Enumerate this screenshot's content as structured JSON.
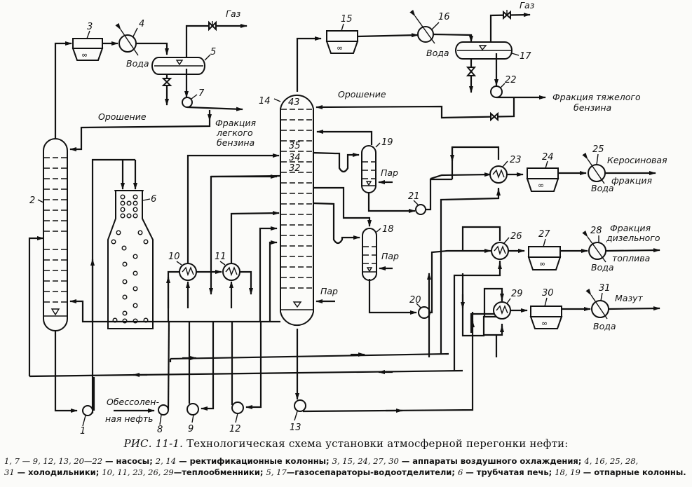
{
  "figure": {
    "number": "РИС. 11-1.",
    "title": "Технологическая схема установки атмосферной перегонки нефти:",
    "legend_line1": [
      {
        "nums": "1, 7 — 9, 12, 13, 20—22",
        "text": " — насосы;  "
      },
      {
        "nums": "2, 14",
        "text": " — ректификационные колонны;  "
      },
      {
        "nums": "3, 15, 24, 27, 30",
        "text": " — аппараты воздушного охлаждения;  "
      },
      {
        "nums": "4, 16, 25, 28,",
        "text": ""
      }
    ],
    "legend_line2": [
      {
        "nums": "31",
        "text": " — холодильники;  "
      },
      {
        "nums": "10, 11, 23, 26, 29",
        "text": "—теплообменники;  "
      },
      {
        "nums": "5, 17",
        "text": "—газосепараторы-водоотделители;  "
      },
      {
        "nums": "6",
        "text": " — трубчатая печь;  "
      },
      {
        "nums": "18, 19",
        "text": " — отпарные колонны."
      }
    ]
  },
  "labels": {
    "gas": "Газ",
    "water": "Вода",
    "reflux": "Орошение",
    "steam": "Пар",
    "light_gasoline_1": "Фракция",
    "light_gasoline_2": "легкого",
    "light_gasoline_3": "бензина",
    "heavy_gasoline_1": "Фракция тяжелого",
    "heavy_gasoline_2": "бензина",
    "kerosene_1": "Керосиновая",
    "kerosene_2": "фракция",
    "diesel_1": "Фракция",
    "diesel_2": "дизельного",
    "diesel_3": "топлива",
    "fuel_oil": "Мазут",
    "crude_1": "Обессолен-",
    "crude_2": "ная нефть",
    "tray_43": "43",
    "tray_35": "35",
    "tray_34": "34",
    "tray_32": "32"
  },
  "equipment": {
    "pumps": [
      "1",
      "7",
      "8",
      "9",
      "12",
      "13",
      "20",
      "21",
      "22"
    ],
    "columns": [
      "2",
      "14"
    ],
    "air_coolers": [
      "3",
      "15",
      "24",
      "27",
      "30"
    ],
    "water_coolers": [
      "4",
      "16",
      "25",
      "28",
      "31"
    ],
    "heat_exchangers": [
      "10",
      "11",
      "23",
      "26",
      "29"
    ],
    "separators": [
      "5",
      "17"
    ],
    "furnace": [
      "6"
    ],
    "strippers": [
      "18",
      "19"
    ]
  }
}
